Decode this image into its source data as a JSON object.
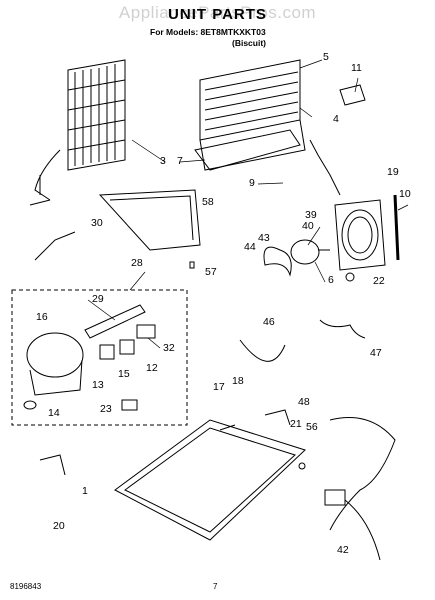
{
  "watermark": "AppliancePartsPros.com",
  "header": {
    "title": "UNIT PARTS",
    "models": "For Models: 8ET8MTKXKT03",
    "variant": "(Biscuit)"
  },
  "footer": {
    "doc_number": "8196843",
    "page_number": "7"
  },
  "callouts": [
    "1",
    "3",
    "4",
    "5",
    "6",
    "7",
    "9",
    "10",
    "11",
    "12",
    "13",
    "14",
    "15",
    "16",
    "17",
    "18",
    "19",
    "20",
    "21",
    "22",
    "23",
    "28",
    "29",
    "30",
    "32",
    "39",
    "40",
    "42",
    "43",
    "44",
    "46",
    "47",
    "48",
    "56",
    "57",
    "58"
  ]
}
